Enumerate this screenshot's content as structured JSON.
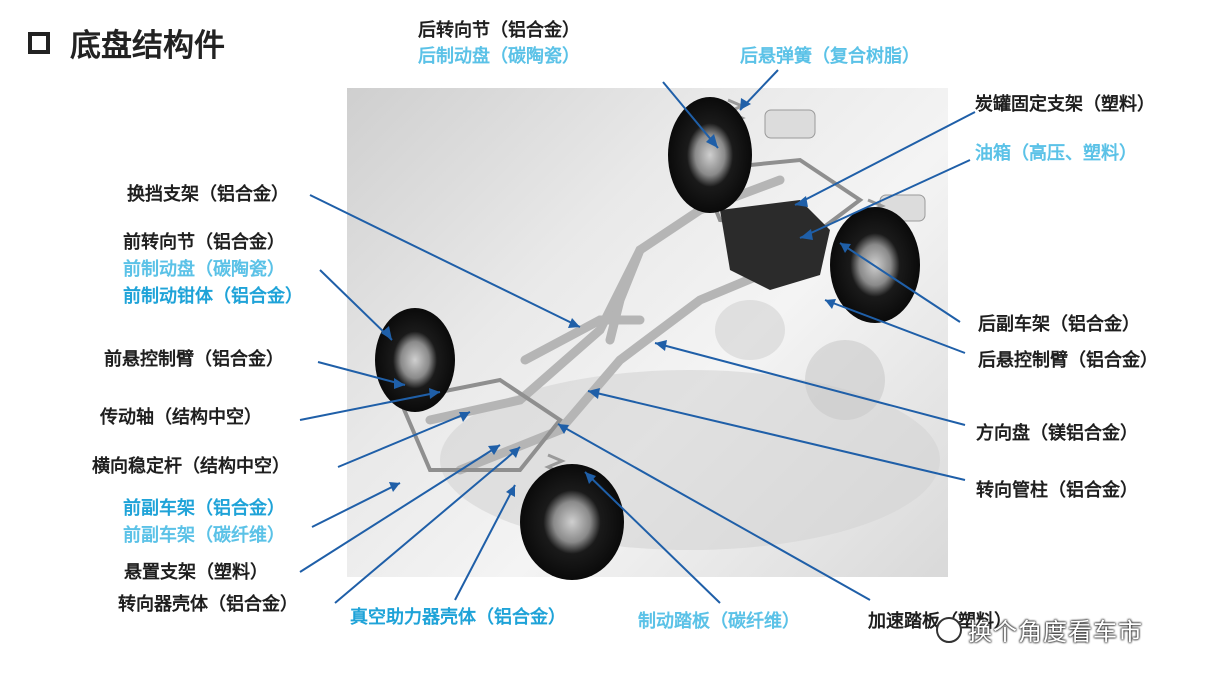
{
  "title": "底盘结构件",
  "labels": {
    "rear_knuckle": "后转向节（铝合金）",
    "rear_disc": "后制动盘（碳陶瓷）",
    "rear_spring": "后悬弹簧（复合树脂）",
    "canister_bracket": "炭罐固定支架（塑料）",
    "fuel_tank": "油箱（高压、塑料）",
    "shifter_bracket": "换挡支架（铝合金）",
    "front_knuckle": "前转向节（铝合金）",
    "front_disc": "前制动盘（碳陶瓷）",
    "front_caliper": "前制动钳体（铝合金）",
    "front_control_arm": "前悬控制臂（铝合金）",
    "driveshaft": "传动轴（结构中空）",
    "stabilizer_bar": "横向稳定杆（结构中空）",
    "front_subframe_al": "前副车架（铝合金）",
    "front_subframe_cf": "前副车架（碳纤维）",
    "mount_bracket": "悬置支架（塑料）",
    "steering_housing": "转向器壳体（铝合金）",
    "vacuum_booster": "真空助力器壳体（铝合金）",
    "brake_pedal": "制动踏板（碳纤维）",
    "accelerator": "加速踏板（塑料）",
    "rear_subframe": "后副车架（铝合金）",
    "rear_control_arm": "后悬控制臂（铝合金）",
    "steering_wheel": "方向盘（镁铝合金）",
    "steering_column": "转向管柱（铝合金）"
  },
  "watermark": "换个角度看车市",
  "colors": {
    "dark_text": "#1f1f1f",
    "light_blue": "#5bc2e7",
    "mid_blue": "#1fa3d8",
    "leader_line": "#1f5fa8"
  }
}
